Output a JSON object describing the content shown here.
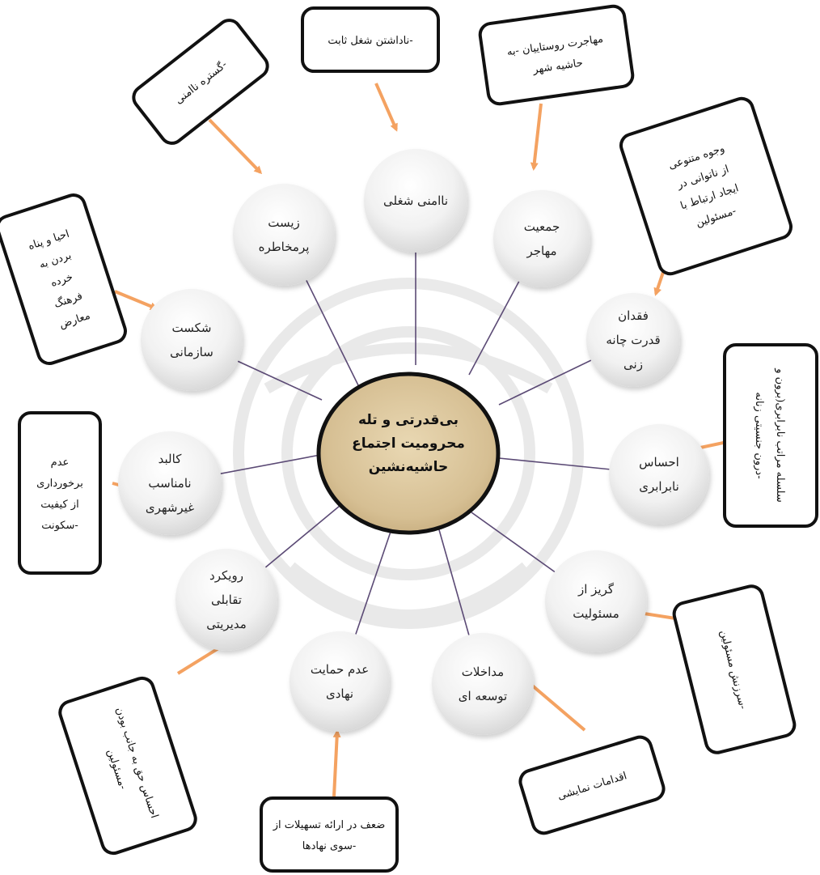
{
  "diagram": {
    "center": {
      "lines": [
        "بی‌قدرتی و تله",
        "محرومیت اجتماع",
        "حاشیه‌نشین"
      ]
    },
    "nodes": [
      {
        "id": "n-job-insecurity",
        "lines": [
          "ناامنی شغلی"
        ]
      },
      {
        "id": "n-migrant-pop",
        "lines": [
          "جمعیت",
          "مهاجر"
        ]
      },
      {
        "id": "n-no-bargaining",
        "lines": [
          "فقدان",
          "قدرت چانه",
          "زنی"
        ]
      },
      {
        "id": "n-inequality",
        "lines": [
          "احساس",
          "نابرابری"
        ]
      },
      {
        "id": "n-escape-resp",
        "lines": [
          "گریز از",
          "مسئولیت"
        ]
      },
      {
        "id": "n-dev-interventions",
        "lines": [
          "مداخلات",
          "توسعه ای"
        ]
      },
      {
        "id": "n-no-inst-support",
        "lines": [
          "عدم حمایت",
          "نهادی"
        ]
      },
      {
        "id": "n-confront-mgmt",
        "lines": [
          "رویکرد",
          "تقابلی",
          "مدیریتی"
        ]
      },
      {
        "id": "n-improper-form",
        "lines": [
          "کالبد",
          "نامناسب",
          "غیرشهری"
        ]
      },
      {
        "id": "n-org-failure",
        "lines": [
          "شکست",
          "سازمانی"
        ]
      },
      {
        "id": "n-risky-living",
        "lines": [
          "زیست",
          "پرمخاطره"
        ]
      }
    ],
    "boxes": [
      {
        "id": "b-no-stable-job",
        "lines": [
          "ناداشتن شغل ثابت-"
        ]
      },
      {
        "id": "b-rural-migration",
        "lines": [
          "مهاجرت روستاییان -به",
          "حاشیه شهر"
        ]
      },
      {
        "id": "b-inability-contact",
        "lines": [
          "وجوه متنوعی",
          "از ناتوانی در",
          "ایجاد ارتباط با",
          "مسئولین-"
        ]
      },
      {
        "id": "b-inequality-hierarchy",
        "lines": [
          "سلسله مراتب نابرابری(برون و",
          "درون جنسیتی زنانه-"
        ]
      },
      {
        "id": "b-blame-officials",
        "lines": [
          "سرزنش مسئولین-"
        ]
      },
      {
        "id": "b-showcase-actions",
        "lines": [
          "اقدامات نمایشی"
        ]
      },
      {
        "id": "b-weak-facilities",
        "lines": [
          "ضعف در ارائه تسهیلات از",
          "سوی نهادها-"
        ]
      },
      {
        "id": "b-feeling-right",
        "lines": [
          "احساس حق به جانب بودن",
          "مسئولین-"
        ]
      },
      {
        "id": "b-poor-housing",
        "lines": [
          "عدم",
          "برخورداری",
          "از کیفیت",
          "سکونت-"
        ]
      },
      {
        "id": "b-subculture",
        "lines": [
          "احیا و پناه",
          "بردن به",
          "خرده",
          "فرهنگ",
          "معارض"
        ]
      },
      {
        "id": "b-insecurity-scope",
        "lines": [
          "گستره ناامنی-"
        ]
      }
    ]
  },
  "colors": {
    "arrow": "#f4a261",
    "spoke": "#5b4a75",
    "box_border": "#111111",
    "node_light": "#ffffff",
    "node_dark": "#dcdcdc",
    "center_fill": "#d9c29a",
    "center_border": "#111111"
  }
}
